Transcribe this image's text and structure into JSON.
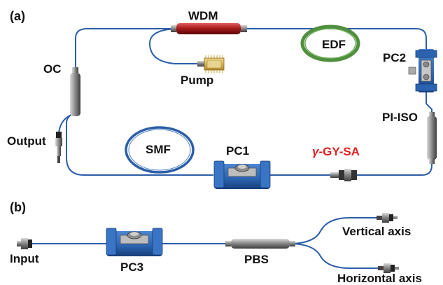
{
  "panel_a": {
    "tag": "(a)",
    "labels": {
      "wdm": "WDM",
      "edf": "EDF",
      "pump": "Pump",
      "oc": "OC",
      "pc2": "PC2",
      "pi_iso": "PI-ISO",
      "output": "Output",
      "smf": "SMF",
      "pc1": "PC1",
      "sa_prefix": "γ",
      "sa_rest": "-GY-SA"
    }
  },
  "panel_b": {
    "tag": "(b)",
    "labels": {
      "input": "Input",
      "pc3": "PC3",
      "pbs": "PBS",
      "vertical": "Vertical axis",
      "horizontal": "Horizontal axis"
    }
  },
  "colors": {
    "fiber": "#2c5ea8",
    "wdm_body": "#a11818",
    "edf_coil": "#4f8f3e",
    "smf_coil": "#2c5ea8",
    "pc_body": "#2b63b0",
    "sa_label": "#e02020",
    "label_text": "#111111"
  }
}
